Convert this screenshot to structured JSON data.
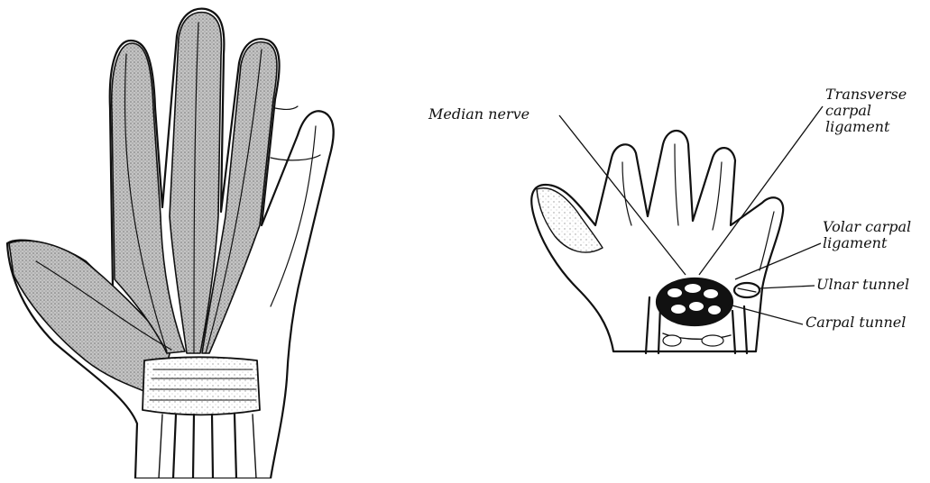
{
  "labels": {
    "median_nerve": "Median nerve",
    "transverse_carpal_ligament": "Transverse carpal ligament",
    "volar_carpal_ligament": "Volar carpal ligament",
    "ulnar_tunnel": "Ulnar tunnel",
    "carpal_tunnel": "Carpal tunnel"
  },
  "colors": {
    "ink": "#111111",
    "shading": "#b8b8b8",
    "background": "#ffffff"
  }
}
